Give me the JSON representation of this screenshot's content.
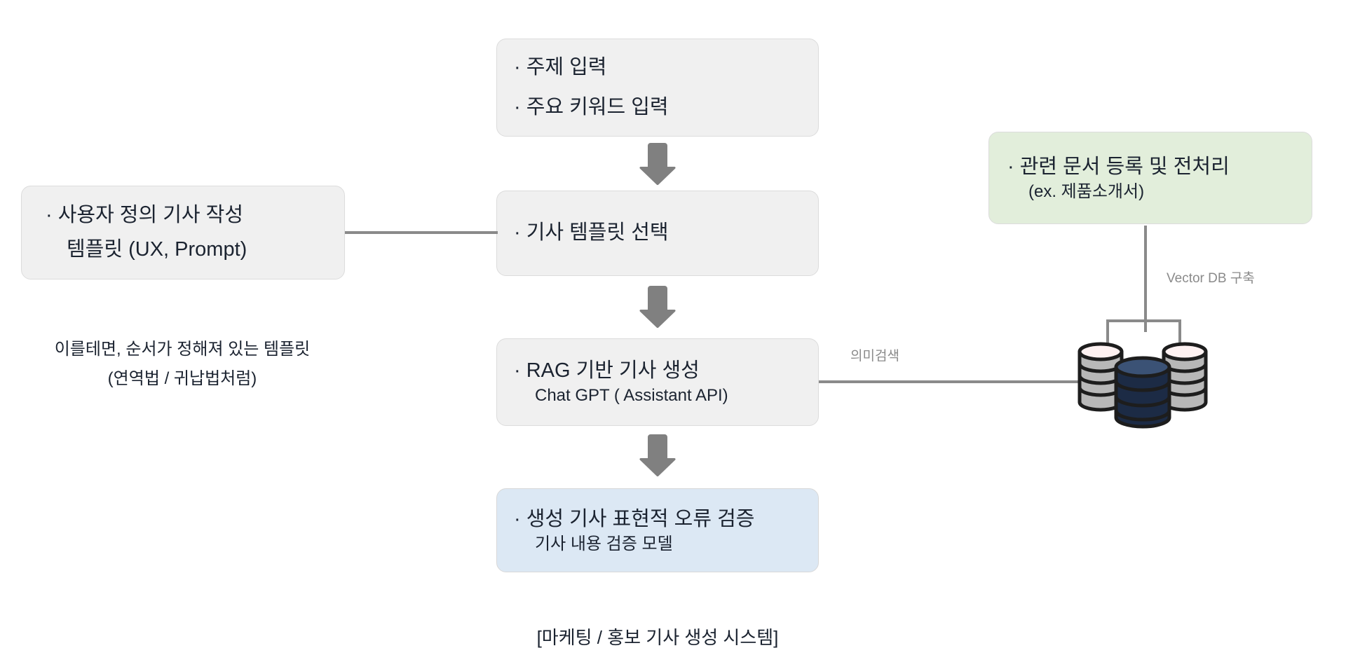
{
  "diagram": {
    "title": "[마케팅 / 홍보 기사 생성 시스템]",
    "colors": {
      "grey_node": "#f0f0f0",
      "blue_node": "#dce8f4",
      "green_node": "#e2eedb",
      "border": "#d9dada",
      "arrow": "#808080",
      "connector": "#8a8a8a",
      "text": "#1b2330",
      "muted_text": "#8a8a8a",
      "db_dark": "#2c3e5b",
      "db_outline": "#1d1d1d",
      "db_grey": "#b3b3b3"
    },
    "nodes": {
      "input": {
        "line1": "· 주제 입력",
        "line2": "· 주요 키워드 입력"
      },
      "template": {
        "line1": "· 기사 템플릿 선택"
      },
      "rag": {
        "line1": "· RAG 기반 기사 생성",
        "line2": "Chat GPT ( Assistant API)"
      },
      "verify": {
        "line1": "· 생성 기사 표현적 오류 검증",
        "line2": "기사 내용 검증 모델"
      },
      "user_defined": {
        "line1": "· 사용자 정의 기사 작성",
        "line2": "템플릿 (UX, Prompt)"
      },
      "documents": {
        "line1": "· 관련 문서 등록 및 전처리",
        "line2": "(ex. 제품소개서)"
      }
    },
    "captions": {
      "user_defined_note": "이를테면, 순서가 정해져 있는 템플릿\n(연역법 / 귀납법처럼)",
      "system": "[마케팅 / 홍보 기사 생성 시스템]"
    },
    "edge_labels": {
      "vector_db": "Vector DB 구축",
      "semantic_search": "의미검색"
    },
    "icons": {
      "database": "database-stack-icon",
      "arrow_down_1": "arrow-down-icon",
      "arrow_down_2": "arrow-down-icon",
      "arrow_down_3": "arrow-down-icon"
    }
  }
}
